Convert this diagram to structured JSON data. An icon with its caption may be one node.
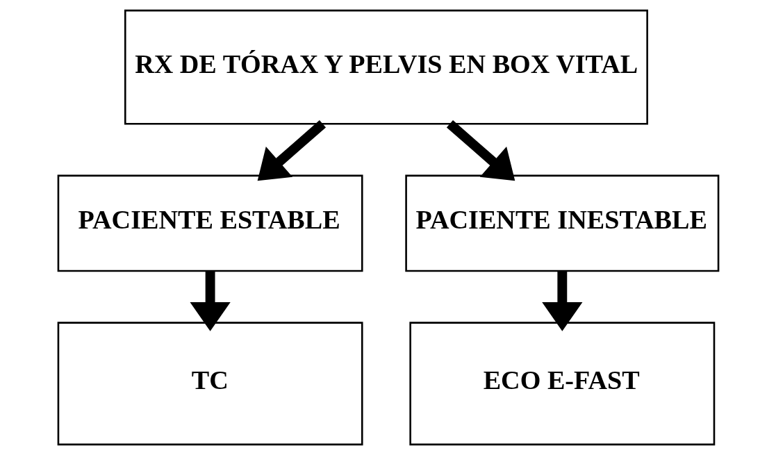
{
  "diagram": {
    "nodes": [
      {
        "text": [
          "RX DE TÓRAX Y PELVIS EN BOX VITAL"
        ]
      },
      {
        "text": [
          "PACIENTE ESTABLE"
        ]
      },
      {
        "text": [
          "PACIENTE INESTABLE"
        ]
      },
      {
        "text": [
          "TC"
        ]
      },
      {
        "text": [
          "ECO E-FAST"
        ]
      }
    ],
    "edges": [
      {
        "from": 0,
        "to": 1,
        "arrow": "to"
      },
      {
        "from": 0,
        "to": 2,
        "arrow": "to"
      },
      {
        "from": 1,
        "to": 3,
        "arrow": "to"
      },
      {
        "from": 2,
        "to": 4,
        "arrow": "to"
      }
    ]
  }
}
